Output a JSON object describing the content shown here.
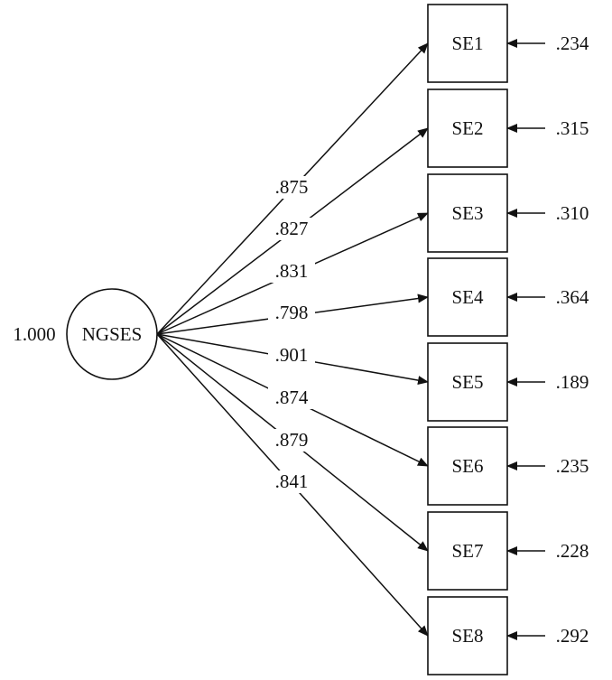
{
  "diagram": {
    "latent": {
      "name": "NGSES",
      "variance": "1.000"
    },
    "indicators": [
      {
        "name": "SE1",
        "loading": ".875",
        "error": ".234"
      },
      {
        "name": "SE2",
        "loading": ".827",
        "error": ".315"
      },
      {
        "name": "SE3",
        "loading": ".831",
        "error": ".310"
      },
      {
        "name": "SE4",
        "loading": ".798",
        "error": ".364"
      },
      {
        "name": "SE5",
        "loading": ".901",
        "error": ".189"
      },
      {
        "name": "SE6",
        "loading": ".874",
        "error": ".235"
      },
      {
        "name": "SE7",
        "loading": ".879",
        "error": ".228"
      },
      {
        "name": "SE8",
        "loading": ".841",
        "error": ".292"
      }
    ]
  },
  "colors": {
    "stroke": "#111111",
    "background": "#ffffff"
  }
}
